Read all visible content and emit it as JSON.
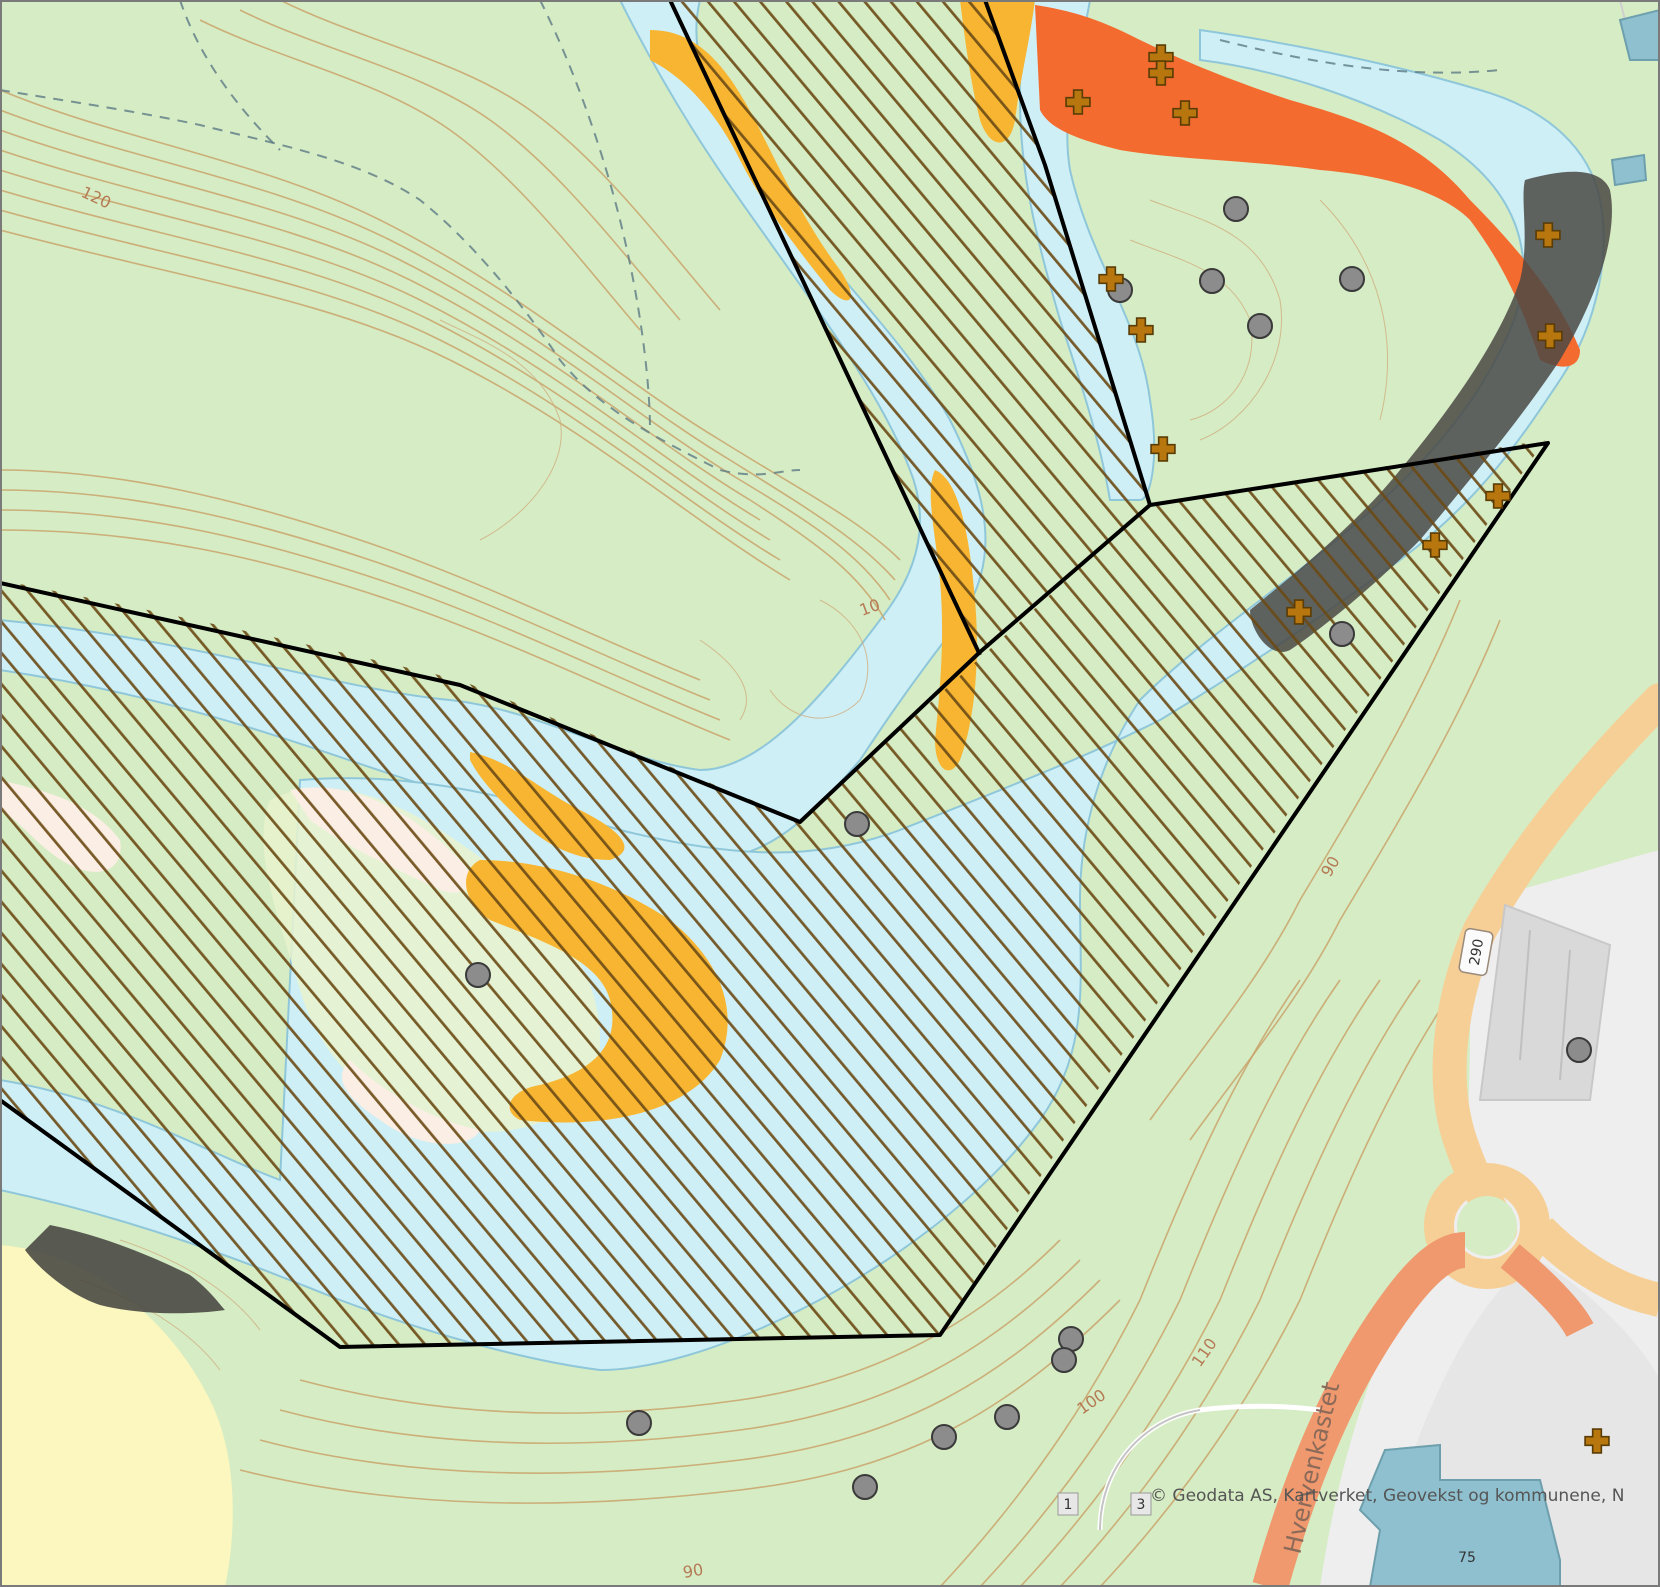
{
  "map": {
    "attribution": "© Geodata AS, Kartverket, Geovekst og kommunene, N",
    "road_name": "Hvervenkastet",
    "road_number": "290",
    "house_numbers": [
      "1",
      "3",
      "75"
    ],
    "elevation_labels": [
      "120",
      "10",
      "90",
      "110",
      "100",
      "90"
    ]
  },
  "colors": {
    "land": "#d6ecc4",
    "water": "#cfeff6",
    "contour": "#c9a36b",
    "hatch": "#7a5a1e",
    "orange_zone": "#f7b532",
    "red_zone": "#f46b2f",
    "dark_zone": "#5b5b55",
    "marker_point": "#8c8c8c",
    "marker_cross": "#b8770e",
    "road_main": "#f0986e",
    "road_secondary": "#f6cf96"
  }
}
